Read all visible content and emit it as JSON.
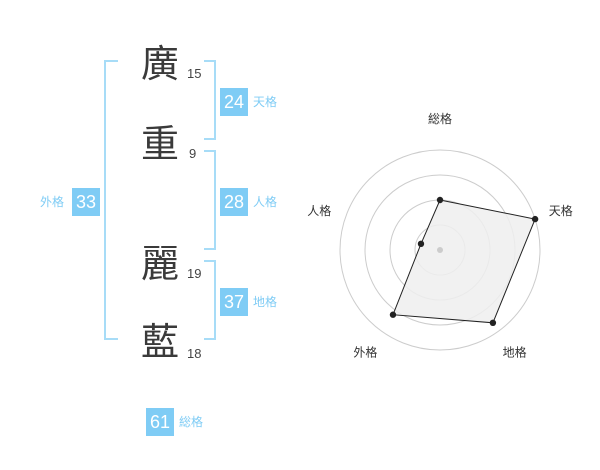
{
  "name": {
    "characters": [
      {
        "char": "廣",
        "strokes": "15"
      },
      {
        "char": "重",
        "strokes": "9"
      },
      {
        "char": "麗",
        "strokes": "19"
      },
      {
        "char": "藍",
        "strokes": "18"
      }
    ]
  },
  "fortunes": {
    "tenkaku": {
      "label": "天格",
      "value": "24"
    },
    "jinkaku": {
      "label": "人格",
      "value": "28"
    },
    "chikaku": {
      "label": "地格",
      "value": "37"
    },
    "gaikaku": {
      "label": "外格",
      "value": "33"
    },
    "soukaku": {
      "label": "総格",
      "value": "61"
    }
  },
  "chart_data": {
    "type": "radar",
    "axes": [
      "総格",
      "天格",
      "地格",
      "外格",
      "人格"
    ],
    "values": [
      0.5,
      1.0,
      0.9,
      0.8,
      0.2
    ],
    "rings": 4,
    "grid": true,
    "colors": {
      "fill": "#efefef",
      "stroke": "#222222",
      "ring": "#cccccc",
      "center_dot": "#cccccc"
    }
  },
  "colors": {
    "accent": "#7fccf5",
    "bracket": "#a7dcf7"
  }
}
